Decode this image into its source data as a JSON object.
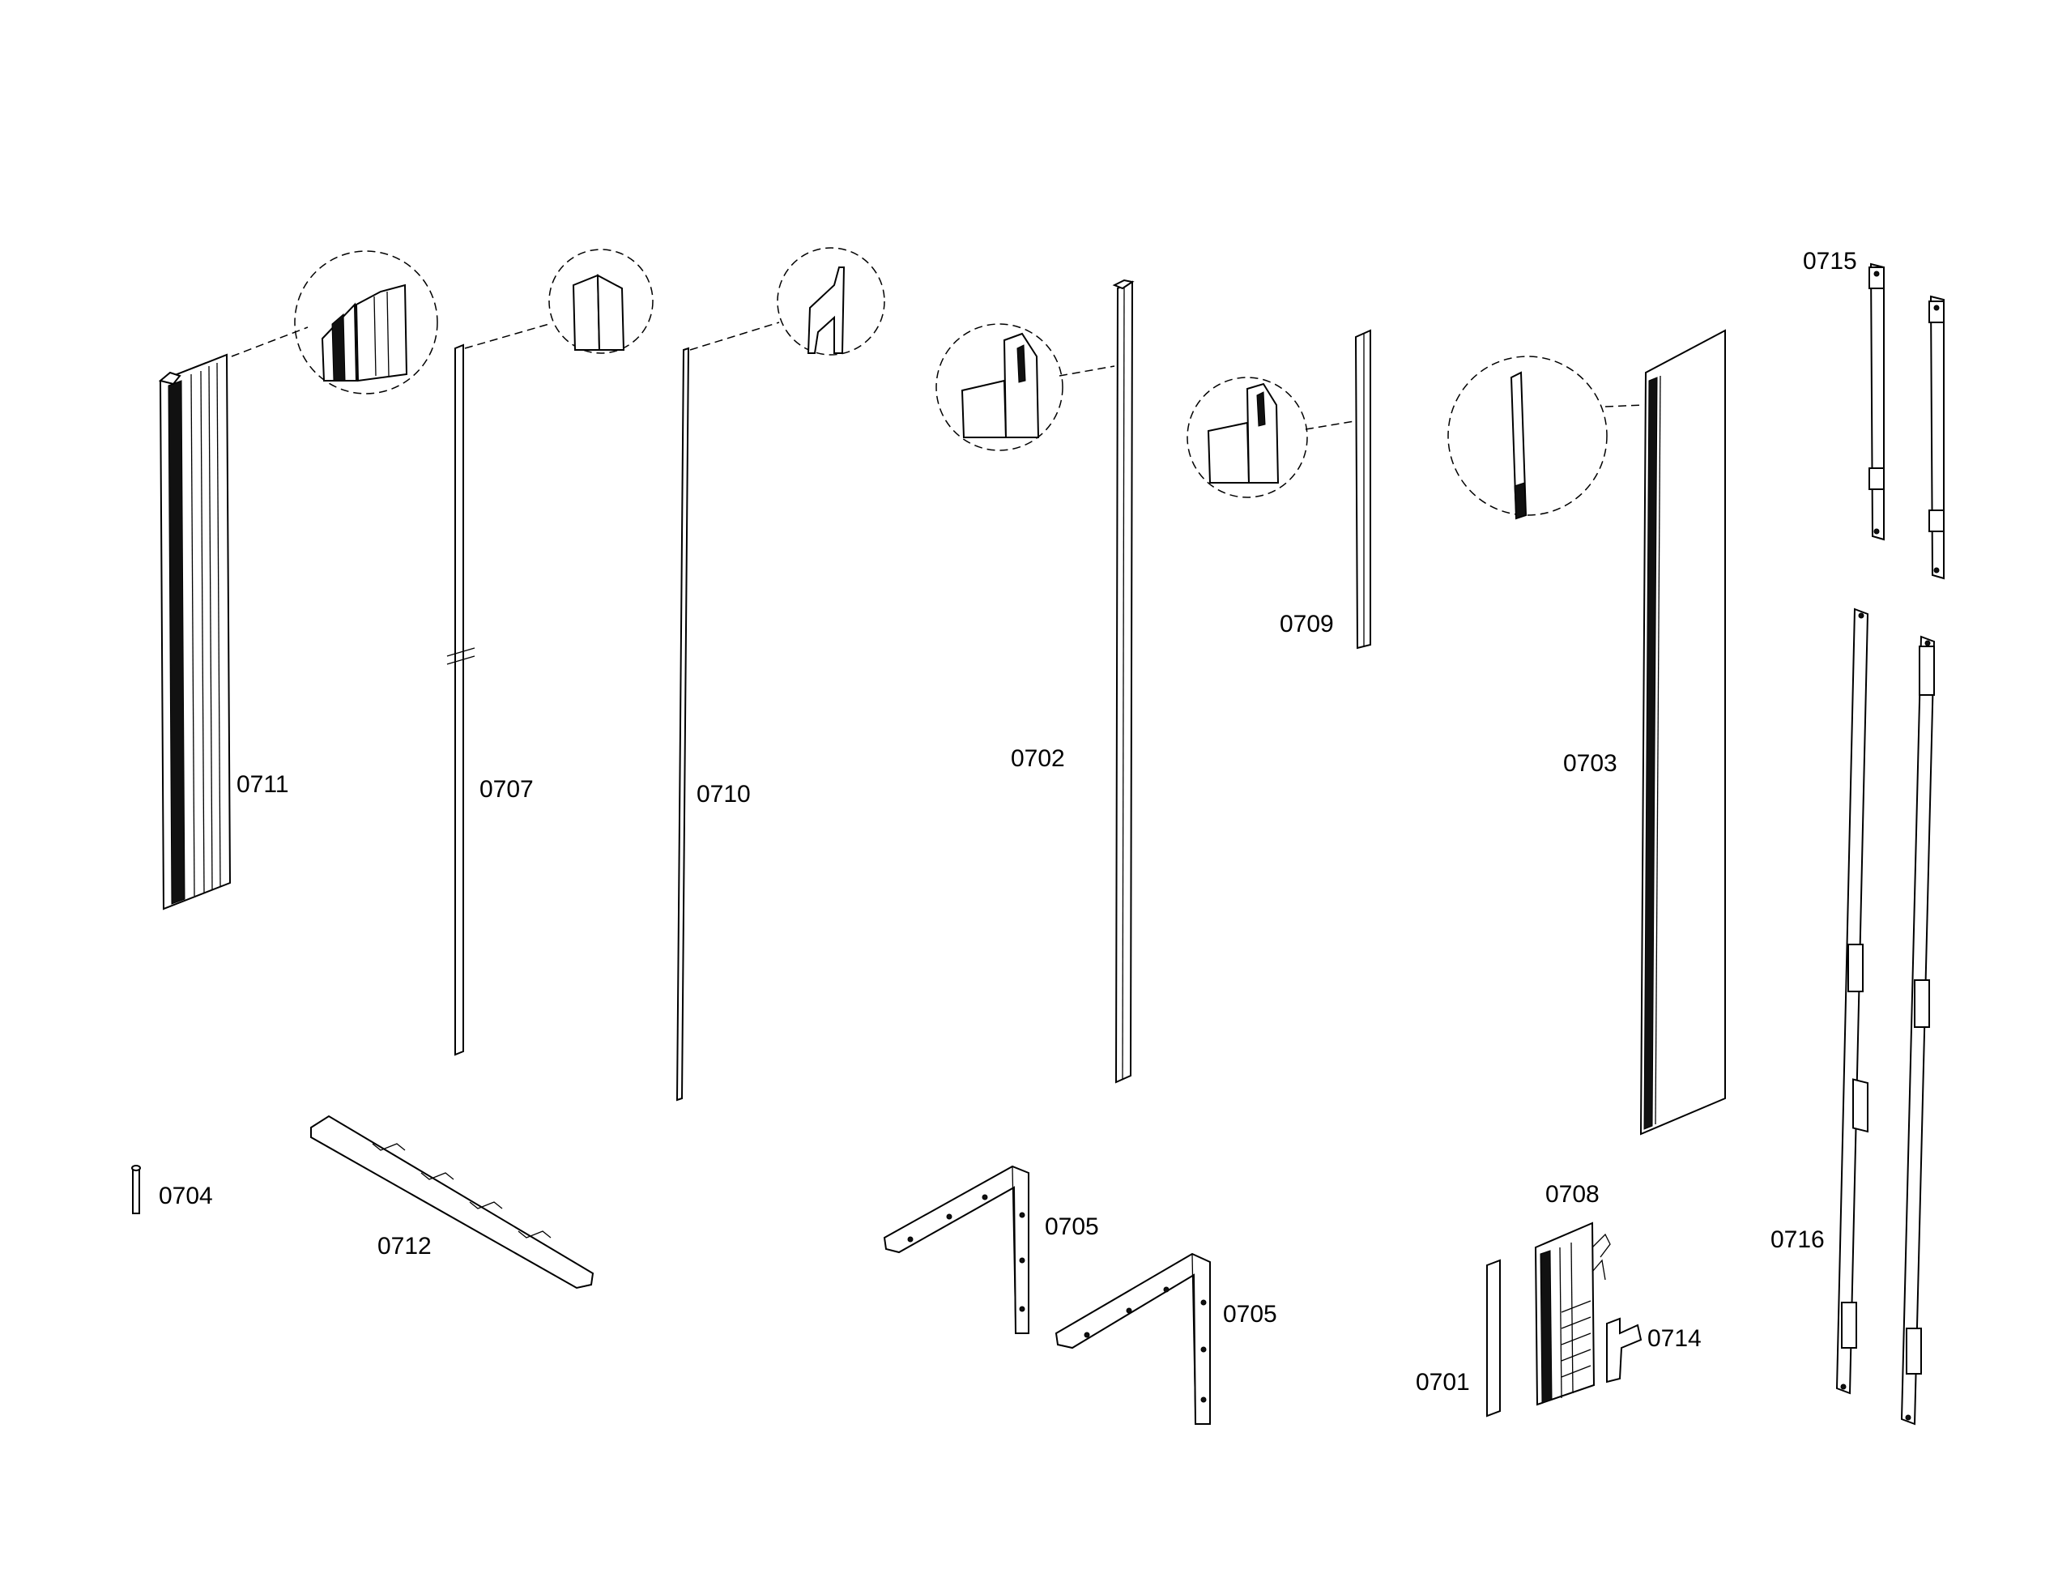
{
  "labels": {
    "p0711": "0711",
    "p0707": "0707",
    "p0710": "0710",
    "p0702": "0702",
    "p0709": "0709",
    "p0703": "0703",
    "p0715": "0715",
    "p0716": "0716",
    "p0704": "0704",
    "p0712": "0712",
    "p0705a": "0705",
    "p0705b": "0705",
    "p0708": "0708",
    "p0701": "0701",
    "p0714": "0714"
  },
  "colors": {
    "line": "#000000",
    "background": "#ffffff"
  }
}
